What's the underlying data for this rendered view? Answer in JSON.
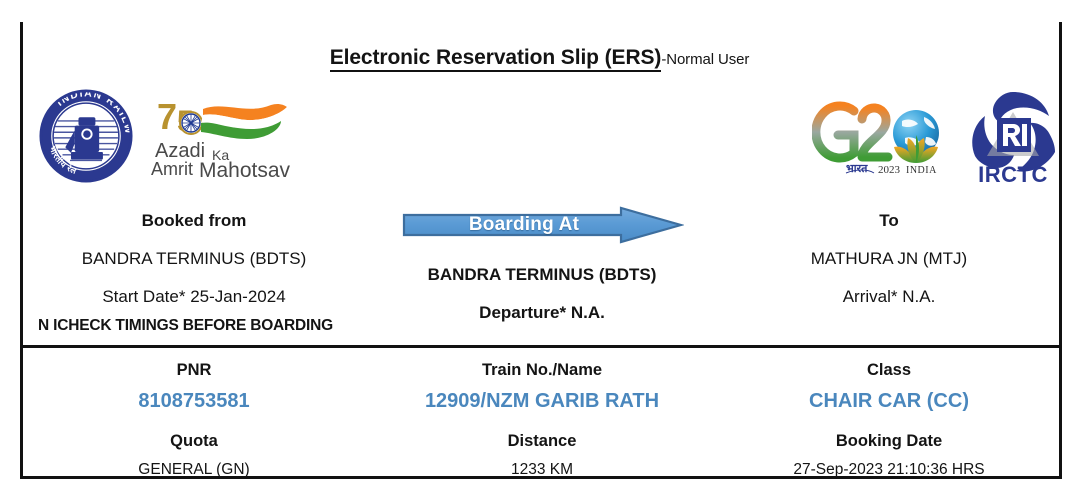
{
  "document": {
    "title_main": "Electronic Reservation Slip (ERS)",
    "title_sub": "-Normal User"
  },
  "logos": {
    "indian_railways": {
      "name": "indian-railways-emblem",
      "text_top": "INDIAN RAILWAYS",
      "text_hindi": "भारतीय रेल",
      "color": "#2b3990"
    },
    "azadi": {
      "name": "azadi-ka-amrit-mahotsav-logo",
      "numeral": "75",
      "line1": "Azadi",
      "line1b": "Ka",
      "line2": "Amrit",
      "line2b": "Mahotsav",
      "gold": "#b8922f",
      "saffron": "#f58220",
      "green": "#3f9c35"
    },
    "g20": {
      "name": "g20-india-logo",
      "text": "G20",
      "caption_hindi": "भारत",
      "caption_year": "2023",
      "caption_country": "INDIA"
    },
    "irctc": {
      "name": "irctc-logo",
      "wordmark": "IRCTC",
      "monogram": "RI",
      "color": "#2b3990"
    }
  },
  "journey": {
    "booked_from": {
      "header": "Booked from",
      "station": "BANDRA TERMINUS (BDTS)",
      "time_label": "Start Date*",
      "time_value": "25-Jan-2024"
    },
    "boarding_at": {
      "header": "Boarding At",
      "station": "BANDRA TERMINUS (BDTS)",
      "time_label": "Departure*",
      "time_value": "N.A.",
      "arrow_color": "#5b9bd5",
      "arrow_border": "#3d6e9e"
    },
    "to": {
      "header": "To",
      "station": "MATHURA JN (MTJ)",
      "time_label": "Arrival*",
      "time_value": "N.A."
    },
    "notice": "N ICHECK TIMINGS BEFORE BOARDING"
  },
  "details": {
    "accent_color": "#4a87bd",
    "column1": {
      "label_top": "PNR",
      "value_top": "8108753581",
      "label_bottom": "Quota",
      "value_bottom": "GENERAL (GN)"
    },
    "column2": {
      "label_top": "Train No./Name",
      "value_top": "12909/NZM GARIB RATH",
      "label_bottom": "Distance",
      "value_bottom": "1233 KM"
    },
    "column3": {
      "label_top": "Class",
      "value_top": "CHAIR CAR (CC)",
      "label_bottom": "Booking Date",
      "value_bottom": "27-Sep-2023 21:10:36 HRS"
    }
  }
}
